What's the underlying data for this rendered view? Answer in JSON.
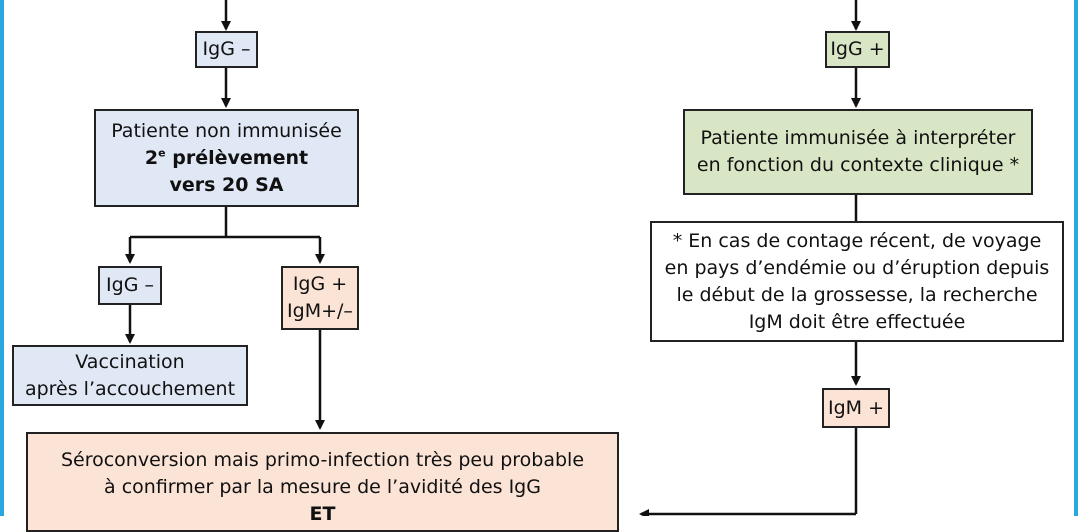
{
  "left": {
    "igg_neg_top": "IgG –",
    "non_immunised": {
      "line1": "Patiente non immunisée",
      "line2_num": "2",
      "line2_sup": "e",
      "line2_rest": " prélèvement",
      "line3": "vers 20 SA"
    },
    "igg_neg_second": "IgG –",
    "igg_pos_igm": {
      "line1": "IgG +",
      "line2": "IgM+/–"
    },
    "vaccination": {
      "line1": "Vaccination",
      "line2": "après l’accouchement"
    },
    "seroconversion": {
      "line1": "Séroconversion mais primo-infection très peu probable",
      "line2": "à confirmer par la mesure de l’avidité des IgG",
      "line3": "ET"
    }
  },
  "right": {
    "igg_pos_top": "IgG +",
    "immunised": {
      "line1": "Patiente immunisée à interpréter",
      "line2": "en fonction du contexte clinique *"
    },
    "note": {
      "line1": "* En cas de contage récent, de voyage",
      "line2": "en pays d’endémie ou d’éruption depuis",
      "line3": "le début de la grossesse, la recherche",
      "line4": "IgM doit être effectuée"
    },
    "igm_pos": "IgM +"
  },
  "colors": {
    "frame": "#29a8df",
    "blue_box": "#dfe8f4",
    "green_box": "#d9e6c5",
    "peach_box": "#fbe3d6"
  }
}
